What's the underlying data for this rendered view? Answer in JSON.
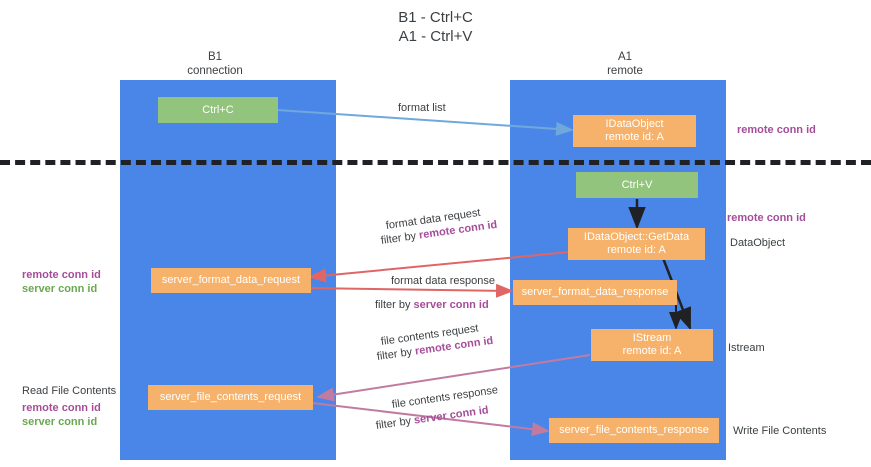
{
  "title": {
    "line1": "B1 - Ctrl+C",
    "line2": "A1 - Ctrl+V"
  },
  "lanes": [
    {
      "id": "b1",
      "header_line1": "B1",
      "header_line2": "connection",
      "color": "#4a86e8"
    },
    {
      "id": "a1",
      "header_line1": "A1",
      "header_line2": "remote",
      "color": "#4a86e8"
    }
  ],
  "nodes": {
    "ctrl_c": {
      "label": "Ctrl+C",
      "color": "#93c47d"
    },
    "ctrl_v": {
      "label": "Ctrl+V",
      "color": "#93c47d"
    },
    "idataobject": {
      "line1": "IDataObject",
      "line2": "remote id: A",
      "color": "#f6b26b"
    },
    "getdata": {
      "line1": "IDataObject::GetData",
      "line2": "remote id: A",
      "color": "#f6b26b"
    },
    "istream": {
      "line1": "IStream",
      "line2": "remote id: A",
      "color": "#f6b26b"
    },
    "format_data_request": {
      "label": "server_format_data_request",
      "color": "#f6b26b"
    },
    "format_data_response": {
      "label": "server_format_data_response",
      "color": "#f6b26b"
    },
    "file_contents_request": {
      "label": "server_file_contents_request",
      "color": "#f6b26b"
    },
    "file_contents_response": {
      "label": "server_file_contents_response",
      "color": "#f6b26b"
    }
  },
  "edges": {
    "format_list": {
      "label": "format list",
      "color": "#6fa8dc"
    },
    "format_data_request": {
      "line1": "format data request",
      "line2_prefix": "filter by ",
      "line2_key": "remote conn id",
      "color": "#e06666"
    },
    "format_data_response": {
      "line1": "format data response",
      "line2_prefix": "filter by ",
      "line2_key": "server conn id",
      "color": "#e06666"
    },
    "file_contents_request": {
      "line1": "file contents request",
      "line2_prefix": "filter by ",
      "line2_key": "remote conn id",
      "color": "#c27ba0"
    },
    "file_contents_response": {
      "line1": "file contents response",
      "line2_prefix": "filter by ",
      "line2_key": "server conn id",
      "color": "#c27ba0"
    }
  },
  "annotations": {
    "right_top_remote_conn_id": "remote conn id",
    "right_getdata_remote_conn_id": "remote conn id",
    "right_dataobject": "DataObject",
    "right_istream": "Istream",
    "right_write_file_contents": "Write File Contents",
    "left_remote_conn_id": "remote conn id",
    "left_server_conn_id": "server conn id",
    "left_read_file_contents": "Read File Contents",
    "left_bottom_remote_conn_id": "remote conn id",
    "left_bottom_server_conn_id": "server conn id"
  },
  "colors": {
    "lane": "#4a86e8",
    "orange": "#f6b26b",
    "green_box": "#93c47d",
    "purple_text": "#a64d9a",
    "green_text": "#6aa84f",
    "red_arrow": "#e06666",
    "pink_arrow": "#c27ba0",
    "blue_arrow": "#6fa8dc",
    "divider": "#202124"
  }
}
